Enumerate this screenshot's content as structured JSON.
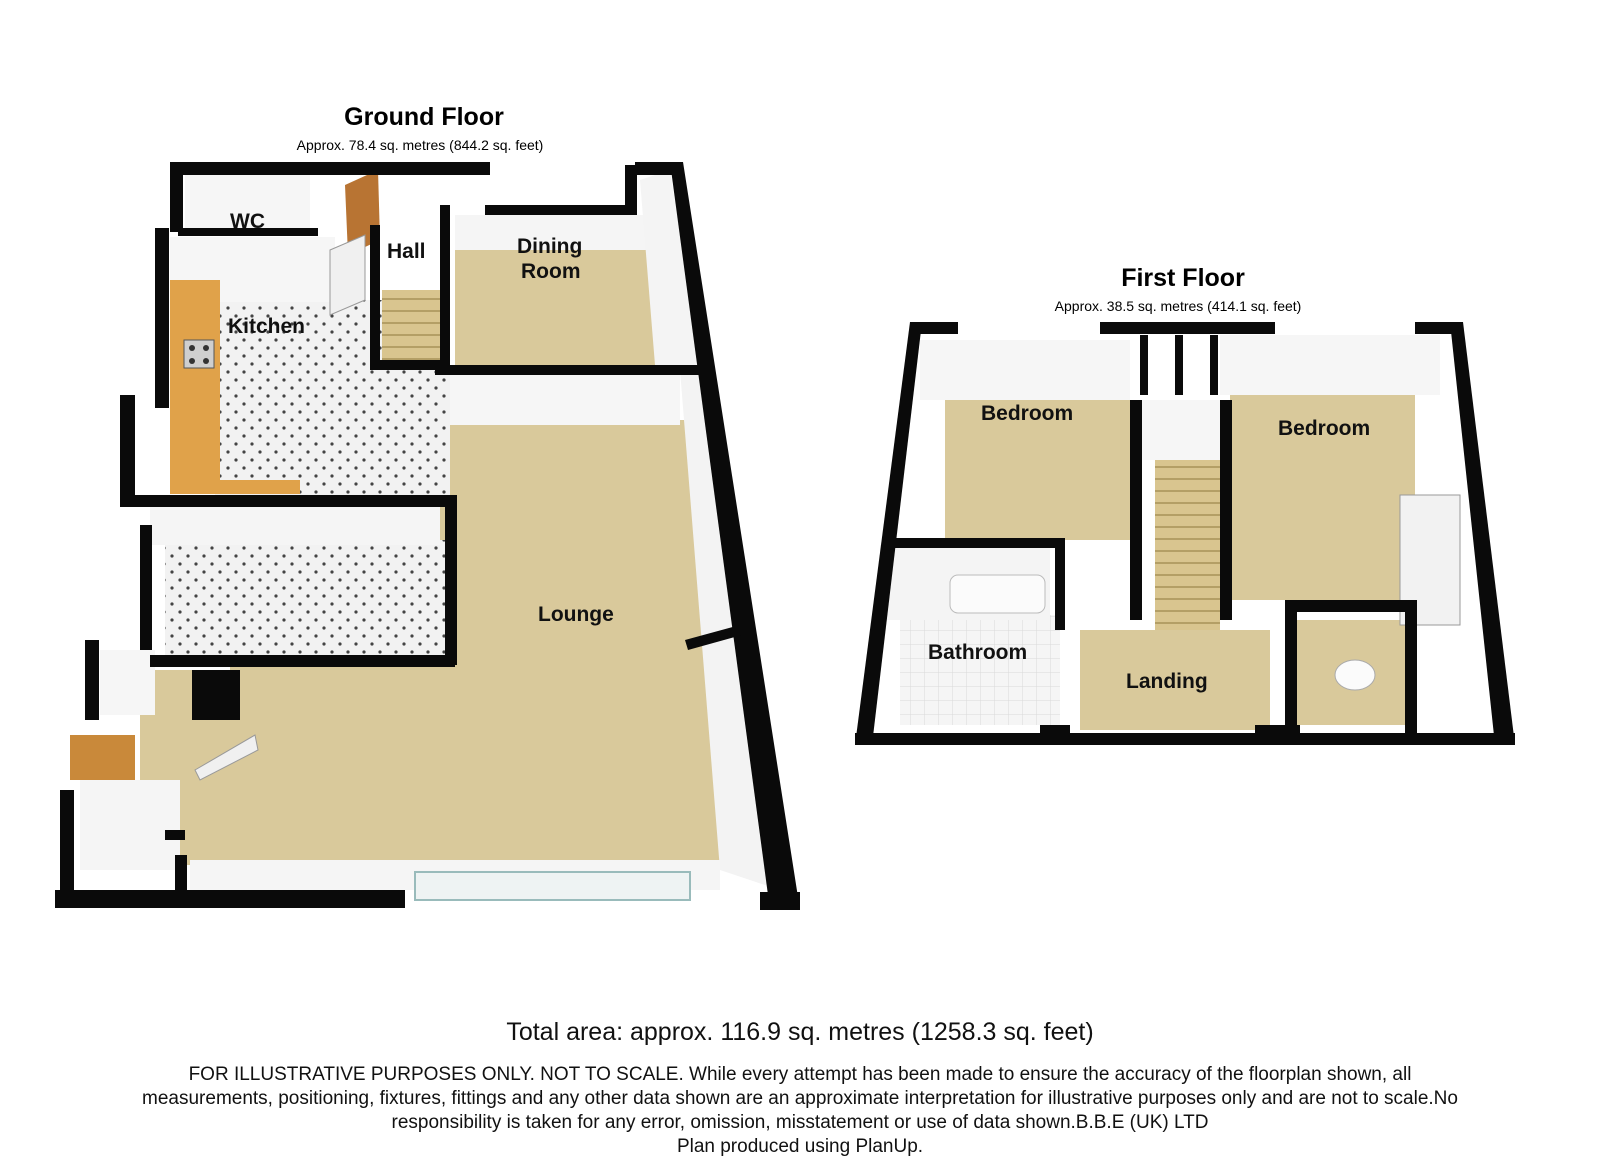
{
  "ground_floor": {
    "title": "Ground Floor",
    "area": "Approx.  78.4 sq. metres (844.2 sq. feet)",
    "rooms": {
      "wc": "WC",
      "hall": "Hall",
      "dining_line1": "Dining",
      "dining_line2": "Room",
      "kitchen": "Kitchen",
      "lounge": "Lounge"
    }
  },
  "first_floor": {
    "title": "First Floor",
    "area": "Approx.  38.5 sq. metres (414.1 sq. feet)",
    "rooms": {
      "bedroom_left": "Bedroom",
      "bedroom_right": "Bedroom",
      "bathroom": "Bathroom",
      "landing": "Landing"
    }
  },
  "footer": {
    "total_area": "Total area: approx. 116.9 sq. metres (1258.3 sq. feet)",
    "disclaimer_lines": [
      "FOR ILLUSTRATIVE PURPOSES ONLY. NOT TO SCALE. While every attempt has been made to ensure the accuracy of the floorplan shown, all",
      "measurements, positioning, fixtures, fittings and any other data shown are an approximate interpretation for illustrative purposes only and are not to scale.No",
      "responsibility is taken for any error, omission, misstatement or use of data shown.B.B.E (UK) LTD",
      "Plan produced using PlanUp."
    ]
  },
  "colors": {
    "wall": "#0a0a0a",
    "carpet": "#d8c89a",
    "tile": "#f1f1f1",
    "worktop": "#e0a24a",
    "wall_face": "#f7f7f7",
    "glass": "#9fcfcf"
  }
}
